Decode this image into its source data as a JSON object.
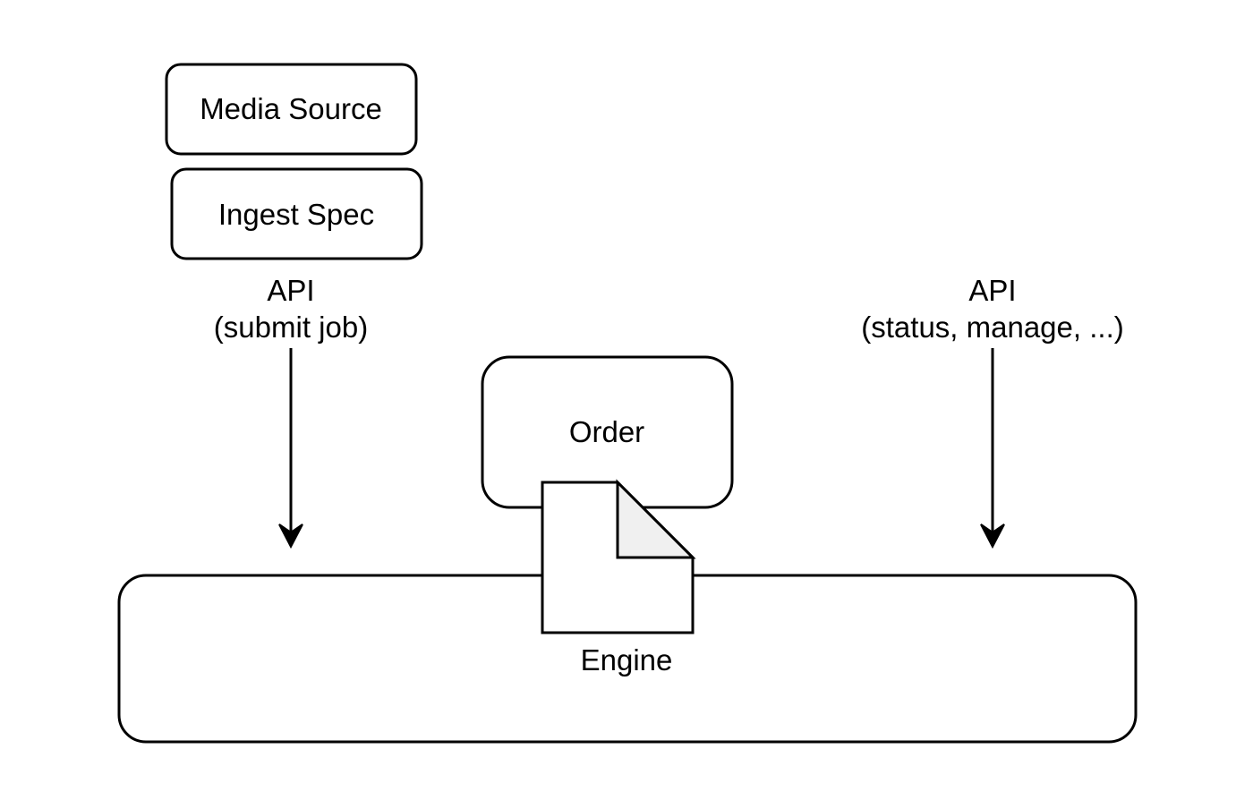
{
  "diagram": {
    "media_source": "Media Source",
    "ingest_spec": "Ingest Spec",
    "api_submit": {
      "line1": "API",
      "line2": "(submit job)"
    },
    "api_status": {
      "line1": "API",
      "line2": "(status, manage, ...)"
    },
    "order": "Order",
    "engine": "Engine"
  },
  "colors": {
    "stroke": "#000000",
    "fill": "#ffffff",
    "page_fold": "#f0f0f0"
  }
}
